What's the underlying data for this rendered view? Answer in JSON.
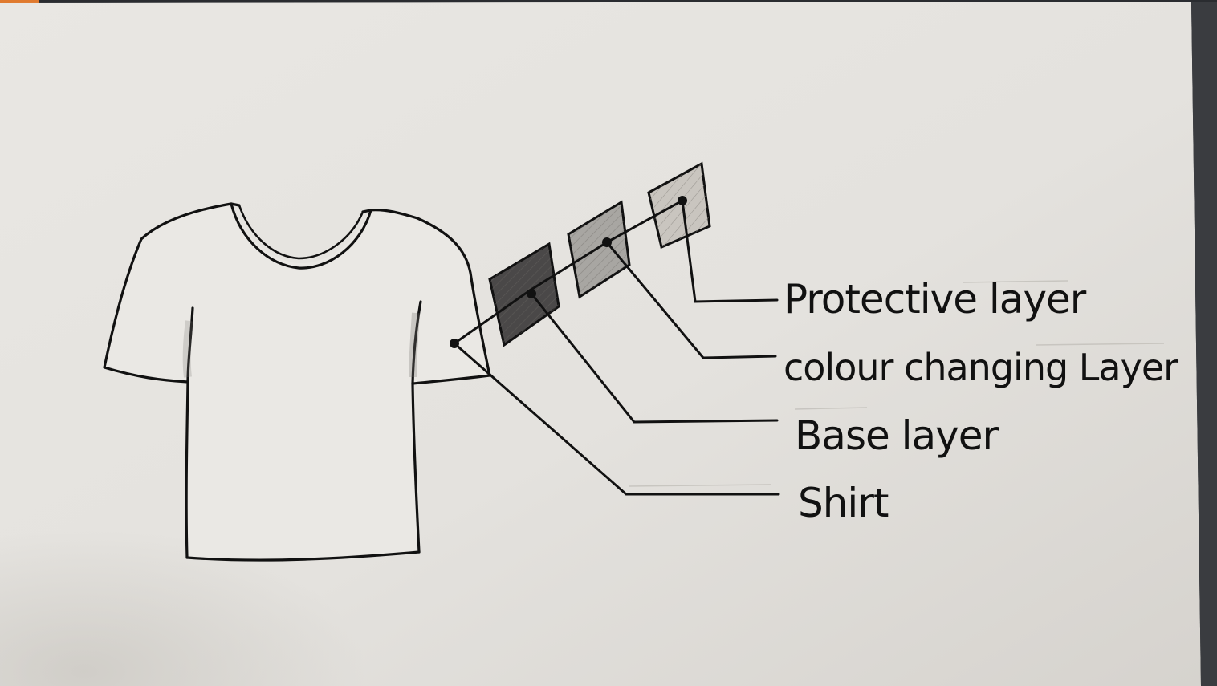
{
  "diagram": {
    "labels": {
      "protective": "Protective layer",
      "colour_changing": "colour changing Layer",
      "base": "Base layer",
      "shirt": "Shirt"
    }
  },
  "colors": {
    "paper": "#e6e4e0",
    "ink": "#111111",
    "frame_dark": "#2a2c30",
    "accent_corner": "#e07a2e",
    "base_swatch": "#4a4848",
    "colour_swatch": "#a8a6a2",
    "protective_swatch": "#c9c5bf"
  }
}
